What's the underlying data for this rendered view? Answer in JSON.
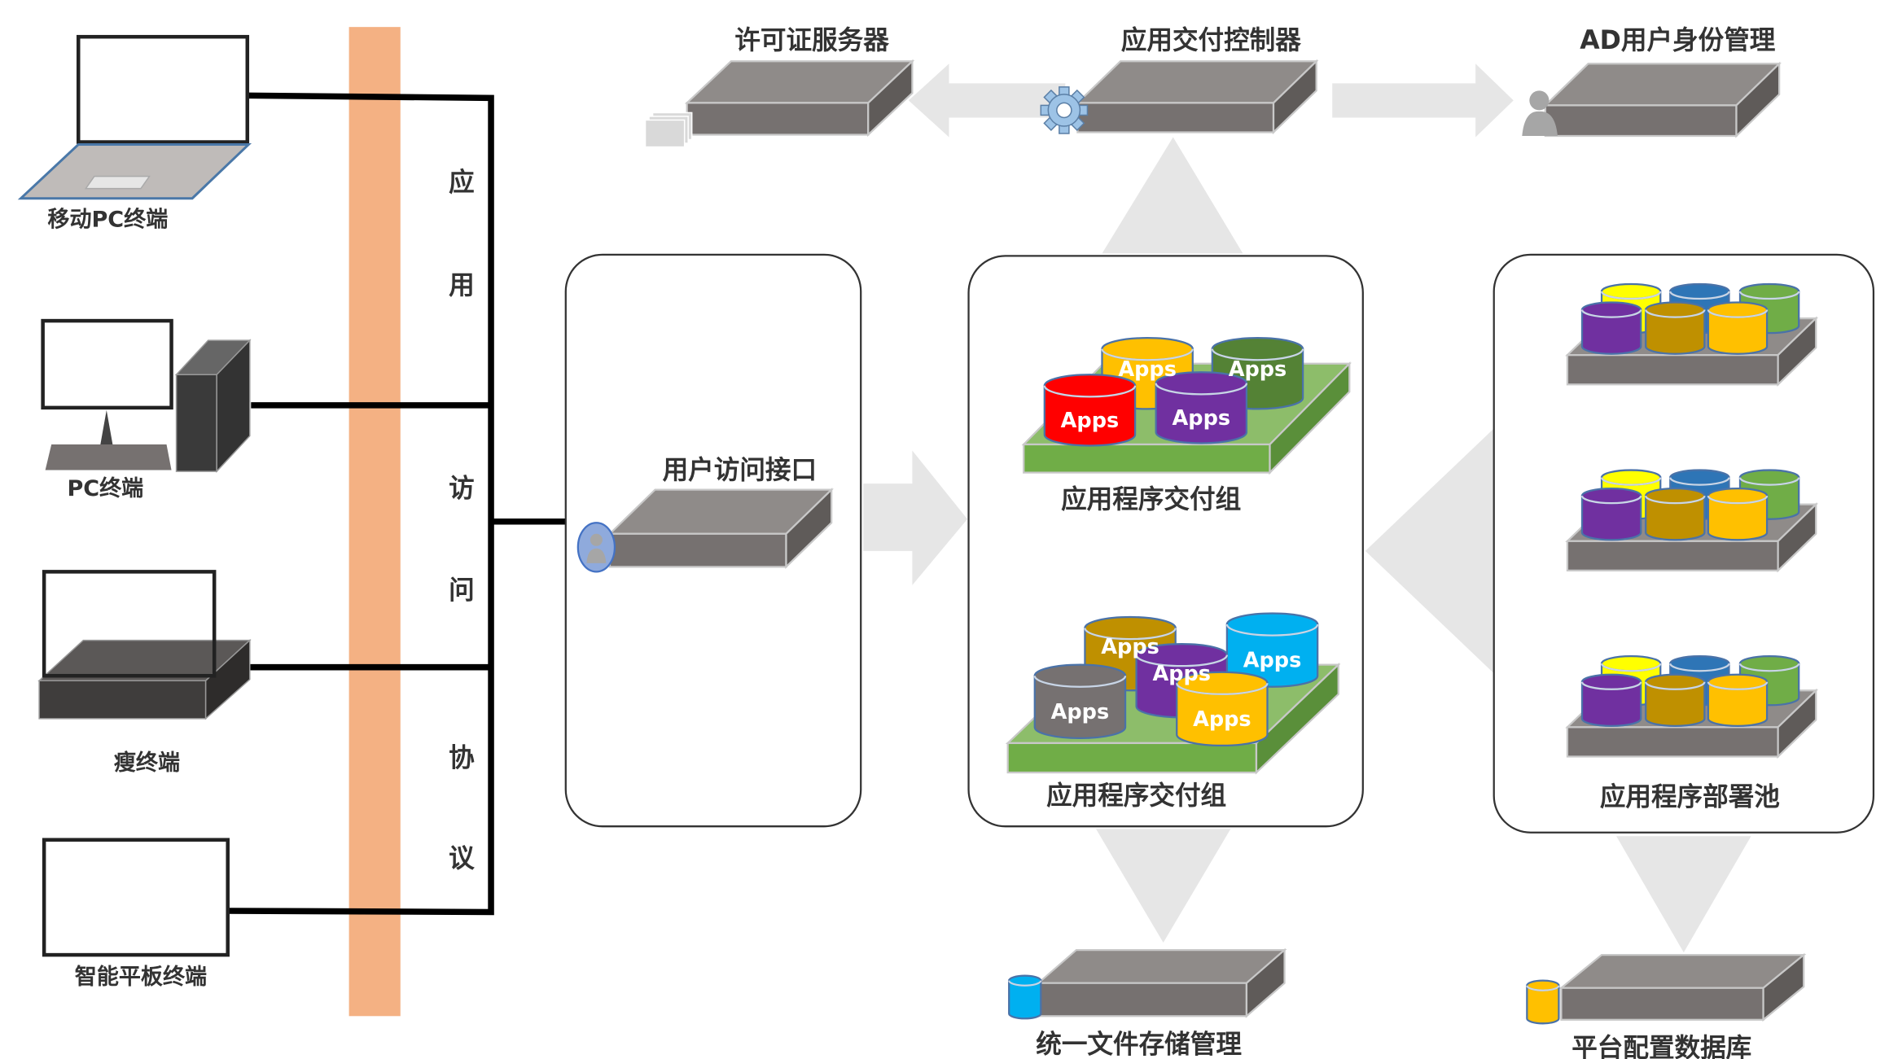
{
  "terminals": {
    "laptop": "移动PC终端",
    "pc": "PC终端",
    "thin": "瘦终端",
    "tablet": "智能平板终端"
  },
  "protocol_label": [
    "应",
    "用",
    "访",
    "问",
    "协",
    "议"
  ],
  "servers": {
    "license": "许可证服务器",
    "controller": "应用交付控制器",
    "ad": "AD用户身份管理",
    "user_access": "用户访问接口",
    "storage": "统一文件存储管理",
    "database": "平台配置数据库"
  },
  "delivery_groups": [
    {
      "label": "应用程序交付组",
      "apps": [
        "Apps",
        "Apps",
        "Apps",
        "Apps"
      ]
    },
    {
      "label": "应用程序交付组",
      "apps": [
        "Apps",
        "Apps",
        "Apps",
        "Apps",
        "Apps"
      ]
    }
  ],
  "deployment_pool": {
    "label": "应用程序部署池"
  },
  "colors": {
    "protocol_bar": "#f4b183",
    "arrow": "#e6e6e6",
    "slab_top": "#8f8b89",
    "slab_front": "#767170",
    "slab_side": "#5f5b59",
    "platform_green": "#70ad47",
    "app_red": "#ff0000",
    "app_yellow": "#ffc000",
    "app_green": "#548235",
    "app_purple": "#7030a0",
    "app_gold": "#bf9000",
    "app_cyan": "#00b0f0",
    "app_gray": "#767171",
    "pool_yellow": "#ffff00",
    "pool_blue": "#2e75b6",
    "pool_green": "#70ad47"
  },
  "icons": [
    "gear-icon",
    "user-icon",
    "documents-icon",
    "database-icon"
  ]
}
